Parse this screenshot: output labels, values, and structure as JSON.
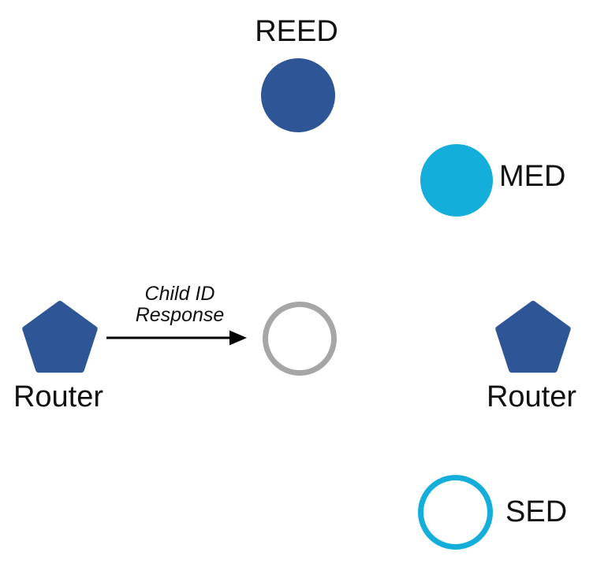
{
  "colors": {
    "node_blue": "#2E5697",
    "node_cyan": "#14AEDB",
    "inactive_gray": "#A6A6A6",
    "arrow_black": "#000000"
  },
  "nodes": {
    "reed": {
      "label": "REED",
      "shape": "filled-circle",
      "color": "#2E5697"
    },
    "med": {
      "label": "MED",
      "shape": "filled-circle",
      "color": "#14AEDB"
    },
    "joining_child": {
      "label": "",
      "shape": "open-circle",
      "color": "#A6A6A6"
    },
    "router_left": {
      "label": "Router",
      "shape": "pentagon",
      "color": "#2E5697"
    },
    "router_right": {
      "label": "Router",
      "shape": "pentagon",
      "color": "#2E5697"
    },
    "sed": {
      "label": "SED",
      "shape": "open-circle",
      "color": "#14AEDB"
    }
  },
  "message": {
    "line1": "Child ID",
    "line2": "Response",
    "direction": "left-to-right"
  }
}
